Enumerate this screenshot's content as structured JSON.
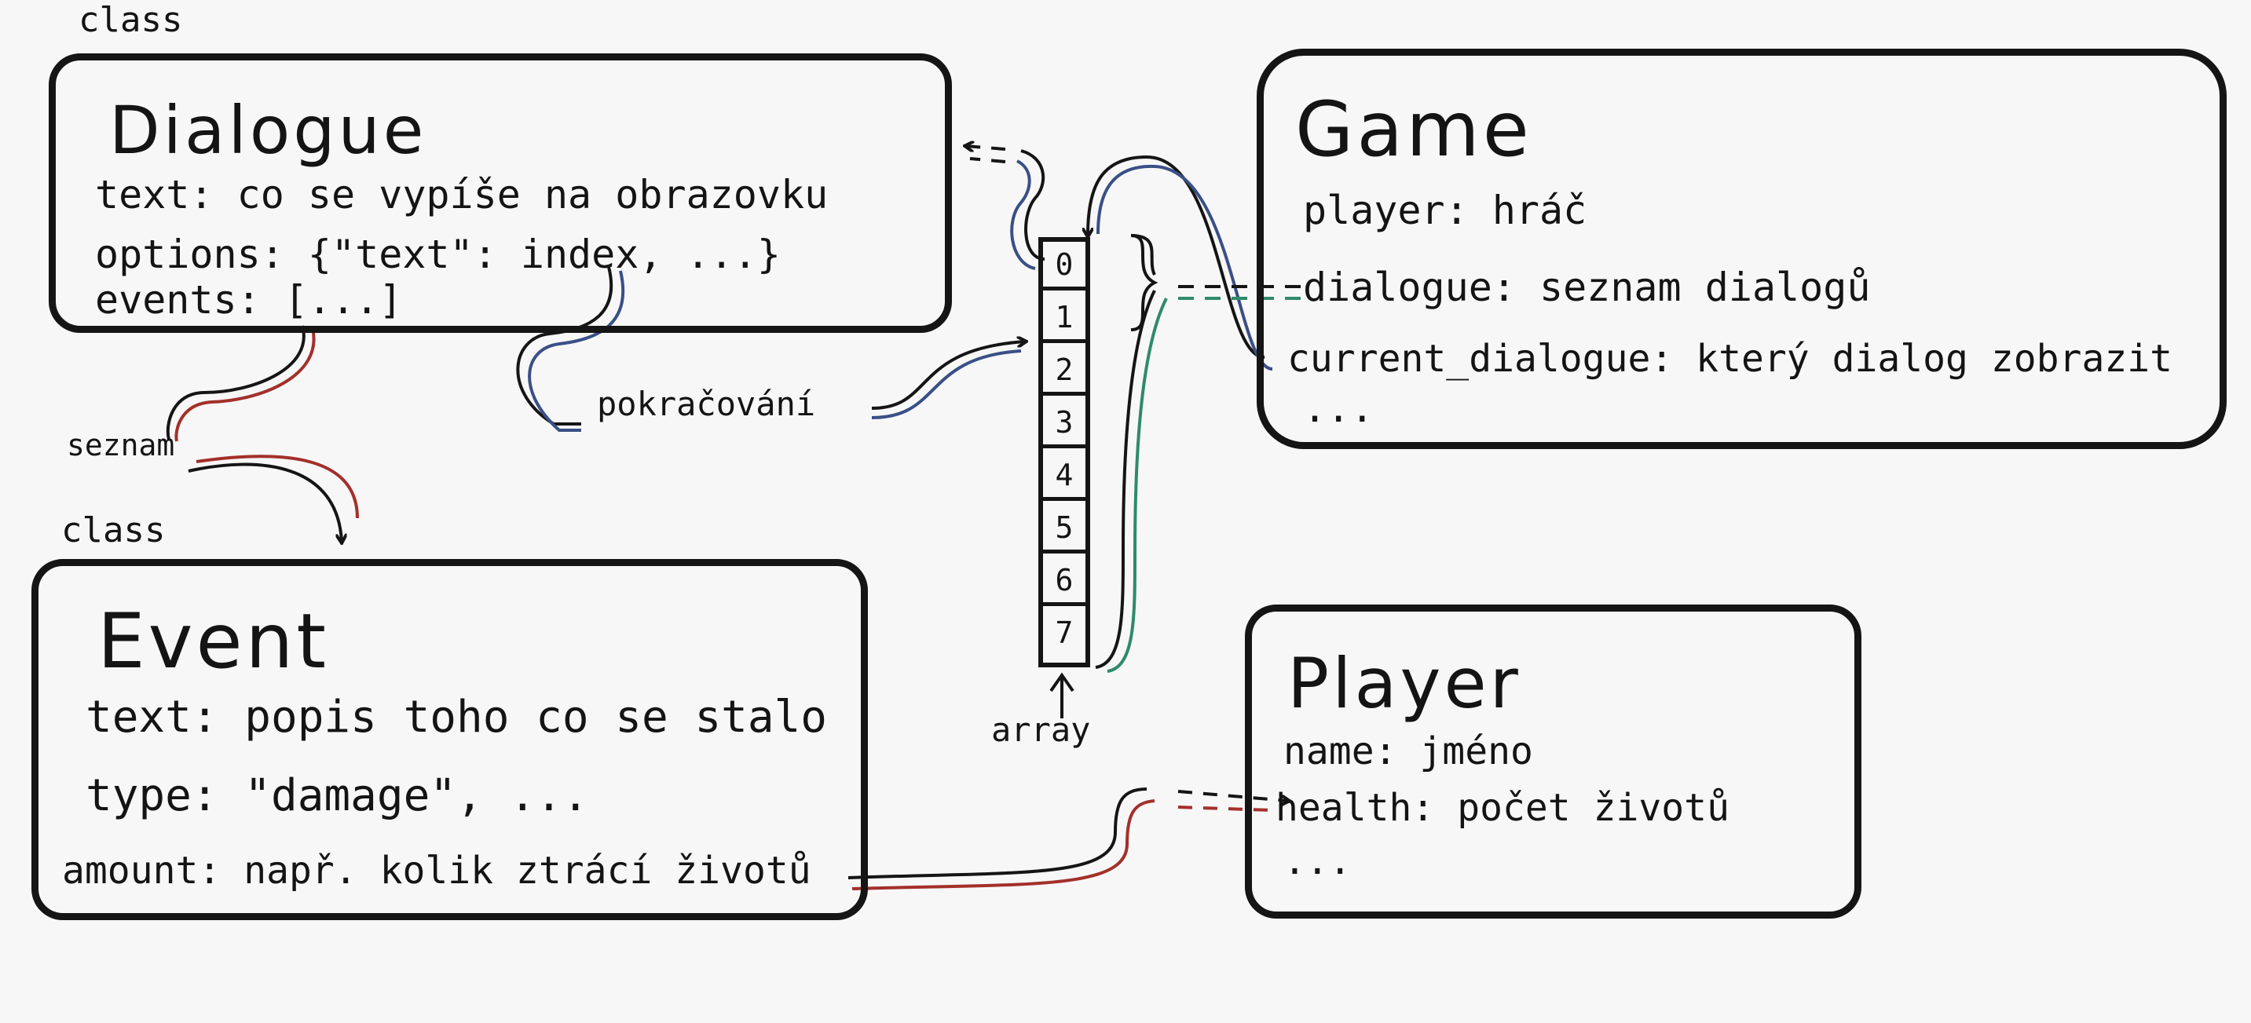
{
  "dialogue_class": {
    "stereotype": "class",
    "title": "Dialogue",
    "attributes": [
      "text: co se vypíše na obrazovku",
      "options: {\"text\": index, ...}",
      "events: [...]"
    ]
  },
  "game": {
    "title": "Game",
    "attributes": [
      "player: hráč",
      "dialogue: seznam dialogů",
      "current_dialogue: který dialog zobrazit",
      "..."
    ]
  },
  "event_class": {
    "stereotype": "class",
    "title": "Event",
    "attributes": [
      "text: popis toho co se stalo",
      "type: \"damage\", ...",
      "amount: např. kolik ztrácí životů"
    ]
  },
  "player": {
    "title": "Player",
    "attributes": [
      "name: jméno",
      "health: počet životů",
      "..."
    ]
  },
  "array": {
    "label": "array",
    "indices": [
      "0",
      "1",
      "2",
      "3",
      "4",
      "5",
      "6",
      "7"
    ]
  },
  "connectors": {
    "events_list": "seznam",
    "continuation": "pokračování"
  },
  "colors": {
    "ink": "#151515",
    "red_wire": "#a3302a",
    "blue_wire": "#3a4f86",
    "green_wire": "#2f8a6a"
  }
}
